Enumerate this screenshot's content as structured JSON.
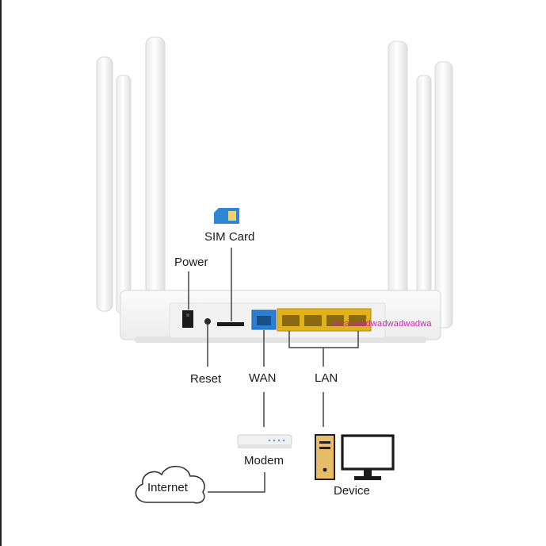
{
  "labels": {
    "sim_card": "SIM Card",
    "power": "Power",
    "reset": "Reset",
    "wan": "WAN",
    "lan": "LAN",
    "modem": "Modem",
    "internet": "Internet",
    "device": "Device"
  },
  "watermark": "dwadwadwadwadwadwa",
  "colors": {
    "wan_port": "#2a7fd4",
    "lan_port": "#e3b21b",
    "sim_icon": "#2f86d6",
    "watermark": "#d21fb4",
    "line": "#444444"
  },
  "icons": {
    "sim": "sim-card-icon",
    "cloud": "cloud-icon",
    "modem": "modem-icon",
    "pc_tower": "pc-tower-icon",
    "monitor": "monitor-icon"
  }
}
